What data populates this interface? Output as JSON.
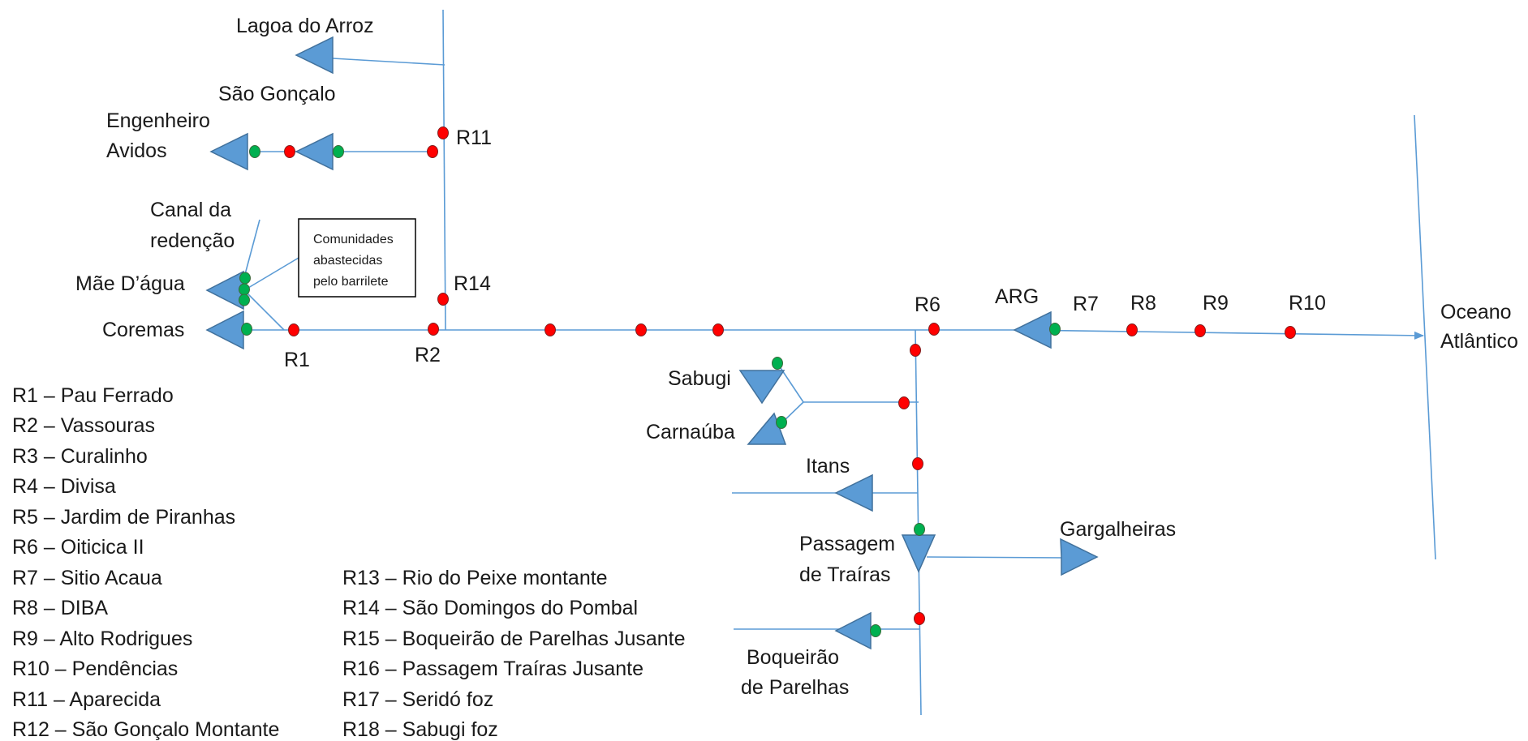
{
  "reservoirs": {
    "lagoa_do_arroz": "Lagoa do Arroz",
    "sao_goncalo": "São Gonçalo",
    "engenheiro_avidos": [
      "Engenheiro",
      "Avidos"
    ],
    "canal_da_redencao": [
      "Canal da",
      "redenção"
    ],
    "mae_dagua": "Mãe D’água",
    "coremas": "Coremas",
    "arg": "ARG",
    "oceano_atlantico": [
      "Oceano",
      "Atlântico"
    ],
    "sabugi": "Sabugi",
    "carnauba": "Carnaúba",
    "itans": "Itans",
    "passagem_de_trairas": [
      "Passagem",
      "de Traíras"
    ],
    "gargalheiras": "Gargalheiras",
    "boqueirao_de_parelhas": [
      "Boqueirão",
      "de Parelhas"
    ]
  },
  "annotation_box": [
    "Comunidades",
    "abastecidas",
    "pelo barrilete"
  ],
  "station_labels": {
    "r1": "R1",
    "r2": "R2",
    "r6": "R6",
    "r7": "R7",
    "r8": "R8",
    "r9": "R9",
    "r10": "R10",
    "r11": "R11",
    "r14": "R14"
  },
  "legend_left": [
    "R1 – Pau Ferrado",
    "R2 – Vassouras",
    "R3 – Curalinho",
    "R4 – Divisa",
    "R5 – Jardim de Piranhas",
    "R6 – Oiticica II",
    "R7 – Sitio Acaua",
    "R8 – DIBA",
    "R9 – Alto Rodrigues",
    "R10 – Pendências",
    "R11 – Aparecida",
    "R12 – São Gonçalo Montante"
  ],
  "legend_right": [
    "R13 – Rio do Peixe montante",
    "R14 – São Domingos do Pombal",
    "R15 – Boqueirão de Parelhas Jusante",
    "R16 – Passagem Traíras Jusante",
    "R17 – Seridó foz",
    "R18 – Sabugi foz"
  ],
  "colors": {
    "river": "#5b9bd5",
    "reservoir_fill": "#5b9bd5",
    "reservoir_stroke": "#41719c",
    "monitoring_point": "#ff0000",
    "release_point": "#00b050"
  }
}
